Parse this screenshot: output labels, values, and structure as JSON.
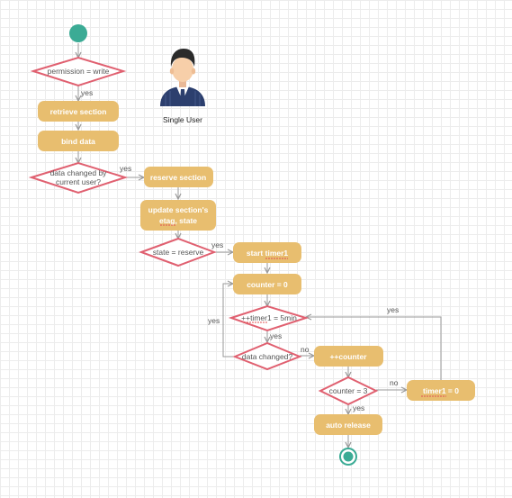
{
  "actor": {
    "label": "Single User"
  },
  "nodes": {
    "start": "",
    "perm": "permission = write",
    "retrieve": "retrieve section",
    "bind": "bind data",
    "changed_by": [
      "data changed by",
      "current user?"
    ],
    "reserve": "reserve section",
    "update": [
      "update section's",
      "etag, state"
    ],
    "state_eq": "state = reserve",
    "start_timer": "start timer1",
    "counter0": "counter = 0",
    "inc_timer": "++timer1 = 5min",
    "data_changed": "data changed?",
    "inc_counter": "++counter",
    "counter3": "counter = 3",
    "timer_zero": "timer1 = 0",
    "auto_release": "auto release"
  },
  "edge_labels": {
    "perm_yes": "yes",
    "changed_yes": "yes",
    "state_yes": "yes",
    "loop_yes": "yes",
    "timer_yes_top": "yes",
    "inc_yes": "yes",
    "data_no": "no",
    "counter_no": "no",
    "counter_yes": "yes"
  },
  "colors": {
    "action_fill": "#e8be6f",
    "decision_stroke": "#e06070",
    "start_fill": "#3bab95",
    "end_fill": "#3bab95",
    "edge": "#9a9a9a",
    "actor_suit": "#2c3f6e"
  }
}
